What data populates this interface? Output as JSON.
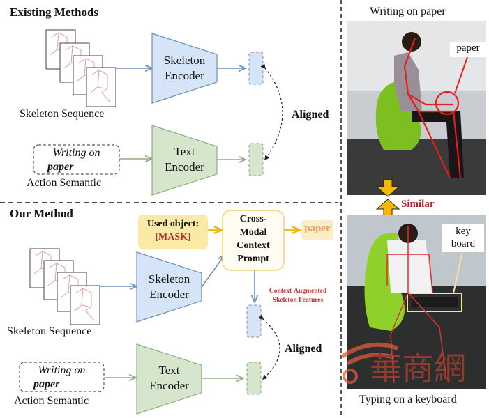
{
  "existing": {
    "title": "Existing Methods",
    "skeleton_label": "Skeleton Sequence",
    "skeleton_encoder": [
      "Skeleton",
      "Encoder"
    ],
    "text_encoder": [
      "Text",
      "Encoder"
    ],
    "semantic_line1": "Writing on",
    "semantic_line2": "paper",
    "semantic_label": "Action Semantic",
    "aligned": "Aligned"
  },
  "ours": {
    "title": "Our Method",
    "used_object_line1": "Used object:",
    "used_object_line2": "[MASK]",
    "prompt": [
      "Cross-",
      "Modal",
      "Context",
      "Prompt"
    ],
    "output": "paper",
    "features_line1": "Context-Augmented",
    "features_line2": "Skeleton Features",
    "skeleton_label": "Skeleton Sequence",
    "skeleton_encoder": [
      "Skeleton",
      "Encoder"
    ],
    "text_encoder": [
      "Text",
      "Encoder"
    ],
    "semantic_line1": "Writing on",
    "semantic_line2": "paper",
    "semantic_label": "Action Semantic",
    "aligned": "Aligned"
  },
  "right": {
    "top_caption": "Writing on paper",
    "top_tag": "paper",
    "similar": "Similar",
    "bottom_tag_line1": "key",
    "bottom_tag_line2": "board",
    "bottom_caption": "Typing on a keyboard"
  },
  "colors": {
    "skeleton_blue": "#d6e4f7",
    "skeleton_stroke": "#6f8fb5",
    "text_green": "#d5e6cc",
    "text_stroke": "#8fae80",
    "prompt_yellow": "#fdf3c2",
    "mask_red": "#c0302a",
    "similar_red": "#b3262a",
    "arrow_gold": "#f5b800"
  }
}
